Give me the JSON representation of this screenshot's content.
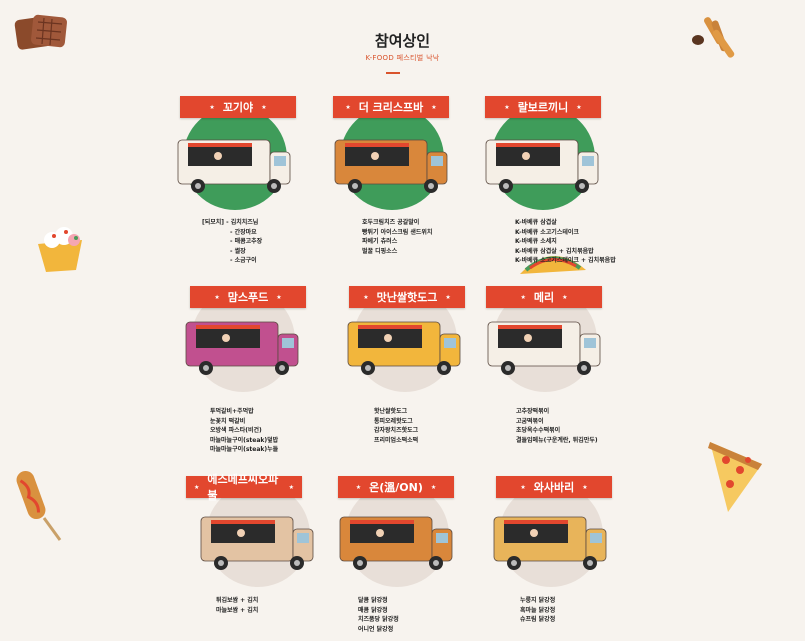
{
  "header": {
    "title": "참여상인",
    "subtitle": "K-FOOD 페스티벌 낙낙"
  },
  "vendors": [
    {
      "name": "꼬기야",
      "menu": [
        "[되모치] - 김치치즈님",
        "- 간장마요",
        "- 매콤고추장",
        "- 썰장",
        "- 소금구이"
      ]
    },
    {
      "name": "더 크리스프바",
      "menu": [
        "호두크림치즈 공갈말이",
        "빵튀기 아이스크림 샌드위치",
        "파베기 츄러스",
        "벌꿀 디핑소스"
      ]
    },
    {
      "name": "랄보르끼니",
      "menu": [
        "K-바베큐 삼겹살",
        "K-바베큐 소고기스테이크",
        "K-바베큐 소세지",
        "K-바베큐 삼겹살 + 김치볶음밥",
        "K-바베큐 소고기스테이크 + 김치볶음밥"
      ]
    },
    {
      "name": "맘스푸드",
      "menu": [
        "투먹갈비+주먹밥",
        "눈꽃치 떡갈비",
        "오방색 파스타(비건)",
        "마늘마늘구이(steak)덮밥",
        "마늘마늘구이(steak)누들"
      ]
    },
    {
      "name": "맛난쌀핫도그",
      "menu": [
        "핫난쌀핫도그",
        "통피오레핫도그",
        "감자왕치즈핫도그",
        "프리미엄소떡소떡"
      ]
    },
    {
      "name": "메리",
      "menu": [
        "고추장떡볶이",
        "고굼떡볶이",
        "초당옥수수떡볶이",
        "결들임메뉴(구운계란, 튀김만두)"
      ]
    },
    {
      "name": "에스메프씨오파불",
      "menu": [
        "튀김보쌈 + 김치",
        "마늘보쌈 + 김치"
      ]
    },
    {
      "name": "온(溫/ON)",
      "menu": [
        "달콤 닭강정",
        "매콤 닭강정",
        "치즈품당 닭강정",
        "어니언 닭강정"
      ]
    },
    {
      "name": "와사바리",
      "menu": [
        "누룽지 닭강정",
        "흑마늘 닭강정",
        "슈프림 닭강정"
      ]
    }
  ],
  "colors": {
    "accent": "#e2472e",
    "green": "#3f9c5a",
    "circle_light": "#e8dfd8"
  }
}
